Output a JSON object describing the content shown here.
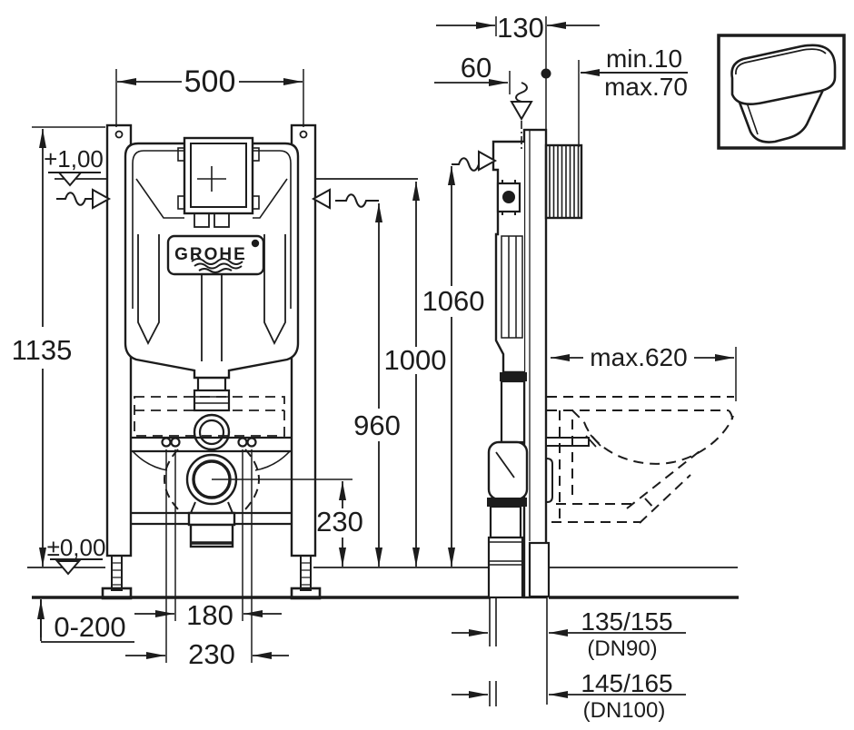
{
  "front_view": {
    "width": "500",
    "height": "1135",
    "upper_level": "+1,00",
    "floor_level": "±0,00",
    "floor_buildup": "0-200",
    "bolt_spacing": "180",
    "fixing_spacing": "230",
    "outlet_height": "230",
    "brand": "GROHE"
  },
  "side_view": {
    "top_offset": "130",
    "supply_offset": "60",
    "wall_finish_min": "min.10",
    "wall_finish_max": "max.70",
    "height_alt_supply": "1060",
    "height_flush_center": "1000",
    "height_supply": "960",
    "depth_max": "max.620",
    "outlet_dn90": "135/155",
    "outlet_dn90_note": "(DN90)",
    "outlet_dn100": "145/165",
    "outlet_dn100_note": "(DN100)"
  },
  "colors": {
    "line": "#1c1c1c",
    "background": "#ffffff"
  }
}
